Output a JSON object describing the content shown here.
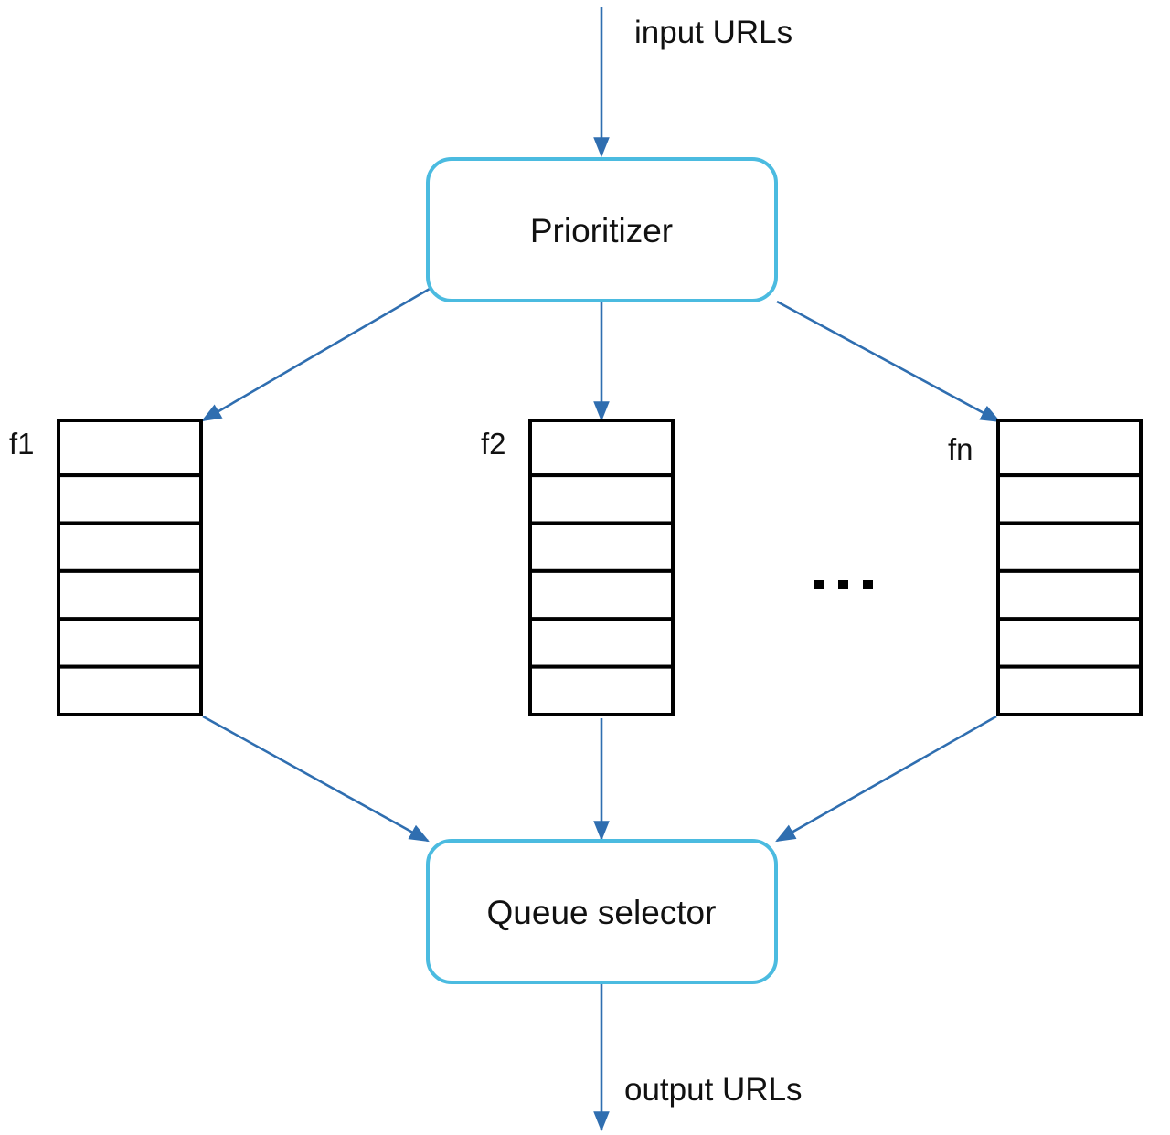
{
  "diagram": {
    "input_label": "input URLs",
    "output_label": "output URLs",
    "prioritizer_label": "Prioritizer",
    "selector_label": "Queue selector",
    "queues": [
      {
        "id": "f1",
        "label": "f1",
        "cells": 6
      },
      {
        "id": "f2",
        "label": "f2",
        "cells": 6
      },
      {
        "id": "fn",
        "label": "fn",
        "cells": 6
      }
    ],
    "ellipsis": "...",
    "colors": {
      "node_border": "#4bbbe0",
      "edge": "#2f6eb0",
      "queue_border": "#000000",
      "text": "#111111"
    }
  }
}
